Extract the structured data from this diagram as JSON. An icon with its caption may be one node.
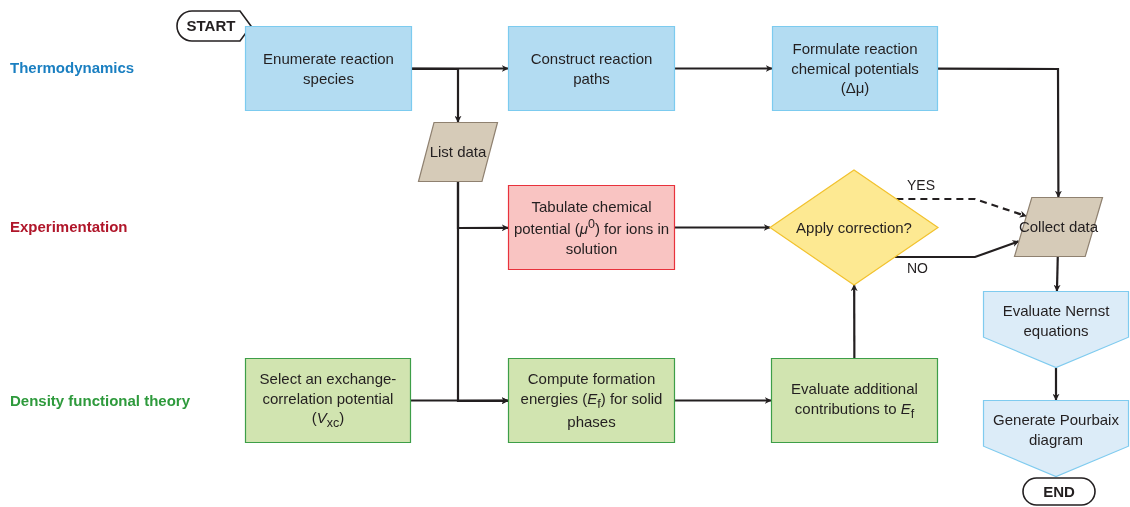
{
  "diagram": {
    "nodes": [
      {
        "text": [
          "START"
        ]
      },
      {
        "text": [
          "Enumerate reaction species"
        ]
      },
      {
        "text": [
          "Construct reaction paths"
        ]
      },
      {
        "text": [
          "Formulate reaction chemical potentials (Δμ)"
        ]
      },
      {
        "text": [
          "List data"
        ]
      },
      {
        "text": [
          "Tabulate chemical potential (*μ*$^{0}$) for ions in solution"
        ]
      },
      {
        "text": [
          "Apply correction?"
        ]
      },
      {
        "text": [
          "Collect data"
        ]
      },
      {
        "text": [
          "Select an exchange-correlation potential (*V*$_{xc}$)"
        ]
      },
      {
        "text": [
          "Compute formation energies (*E*$_{f}$) for solid phases"
        ]
      },
      {
        "text": [
          "Evaluate additional contributions to *E*$_{f}$"
        ]
      },
      {
        "text": [
          "Evaluate Nernst equations"
        ]
      },
      {
        "text": [
          "Generate Pourbaix diagram"
        ]
      },
      {
        "text": [
          "END"
        ]
      }
    ],
    "edges": [
      {
        "from": 1,
        "to": 2,
        "arrow": "to"
      },
      {
        "from": 1,
        "to": 4,
        "arrow": "to"
      },
      {
        "from": 2,
        "to": 3,
        "arrow": "to"
      },
      {
        "from": 3,
        "to": 7,
        "arrow": "to"
      },
      {
        "from": 4,
        "to": 5,
        "arrow": "to"
      },
      {
        "from": 4,
        "to": 9,
        "arrow": "to"
      },
      {
        "from": 8,
        "to": 9,
        "arrow": "to"
      },
      {
        "from": 5,
        "to": 6,
        "arrow": "to"
      },
      {
        "from": 9,
        "to": 10,
        "arrow": "to"
      },
      {
        "from": 10,
        "to": 6,
        "arrow": "to"
      },
      {
        "from": 6,
        "to": 7,
        "arrow": "to",
        "label": "YES",
        "style": "dashed"
      },
      {
        "from": 6,
        "to": 7,
        "arrow": "to",
        "label": "NO"
      },
      {
        "from": 7,
        "to": 11,
        "arrow": "to"
      },
      {
        "from": 11,
        "to": 12,
        "arrow": "to"
      }
    ],
    "labels": [
      "Thermodynamics",
      "Experimentation",
      "Density functional theory"
    ]
  }
}
